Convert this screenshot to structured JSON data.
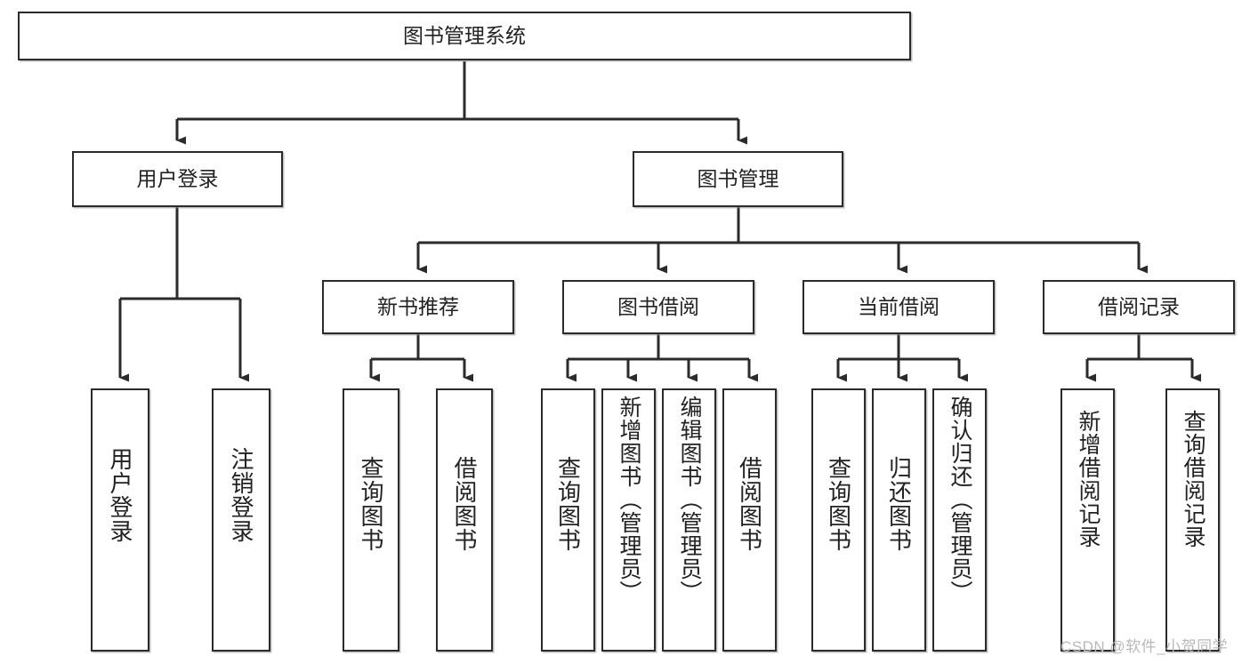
{
  "diagram": {
    "type": "tree-hierarchy-chart",
    "title": "图书管理系统",
    "watermark": "CSDN @软件_小贺同学",
    "colors": {
      "box_border": "#2b2b2b",
      "box_fill": "#ffffff",
      "connector": "#2b2b2b",
      "text": "#222222",
      "watermark": "#b9b9b9",
      "background": "#ffffff"
    },
    "levels": [
      {
        "level": 1,
        "nodes": [
          {
            "id": "root",
            "label": "图书管理系统",
            "orientation": "horizontal"
          }
        ]
      },
      {
        "level": 2,
        "nodes": [
          {
            "id": "user-login",
            "label": "用户登录",
            "orientation": "horizontal",
            "parent": "root"
          },
          {
            "id": "book-manage",
            "label": "图书管理",
            "orientation": "horizontal",
            "parent": "root"
          }
        ]
      },
      {
        "level": 3,
        "nodes": [
          {
            "id": "new-book-rec",
            "label": "新书推荐",
            "orientation": "horizontal",
            "parent": "book-manage"
          },
          {
            "id": "book-borrow",
            "label": "图书借阅",
            "orientation": "horizontal",
            "parent": "book-manage"
          },
          {
            "id": "current-borrow",
            "label": "当前借阅",
            "orientation": "horizontal",
            "parent": "book-manage"
          },
          {
            "id": "borrow-record",
            "label": "借阅记录",
            "orientation": "horizontal",
            "parent": "book-manage"
          }
        ]
      },
      {
        "level": 4,
        "nodes": [
          {
            "id": "leaf-user-login",
            "label": "用户登录",
            "orientation": "vertical",
            "parent": "user-login"
          },
          {
            "id": "leaf-user-logout",
            "label": "注销登录",
            "orientation": "vertical",
            "parent": "user-login"
          },
          {
            "id": "leaf-query-book-1",
            "label": "查询图书",
            "orientation": "vertical",
            "parent": "new-book-rec"
          },
          {
            "id": "leaf-borrow-book-1",
            "label": "借阅图书",
            "orientation": "vertical",
            "parent": "new-book-rec"
          },
          {
            "id": "leaf-query-book-2",
            "label": "查询图书",
            "orientation": "vertical",
            "parent": "book-borrow"
          },
          {
            "id": "leaf-add-book",
            "label": "新增图书（管理员）",
            "orientation": "vertical",
            "parent": "book-borrow"
          },
          {
            "id": "leaf-edit-book",
            "label": "编辑图书（管理员）",
            "orientation": "vertical",
            "parent": "book-borrow"
          },
          {
            "id": "leaf-borrow-book-2",
            "label": "借阅图书",
            "orientation": "vertical",
            "parent": "book-borrow"
          },
          {
            "id": "leaf-query-book-3",
            "label": "查询图书",
            "orientation": "vertical",
            "parent": "current-borrow"
          },
          {
            "id": "leaf-return-book",
            "label": "归还图书",
            "orientation": "vertical",
            "parent": "current-borrow"
          },
          {
            "id": "leaf-confirm-return",
            "label": "确认归还（管理员）",
            "orientation": "vertical",
            "parent": "current-borrow"
          },
          {
            "id": "leaf-add-record",
            "label": "新增借阅记录",
            "orientation": "vertical",
            "parent": "borrow-record"
          },
          {
            "id": "leaf-query-record",
            "label": "查询借阅记录",
            "orientation": "vertical",
            "parent": "borrow-record"
          }
        ]
      }
    ]
  }
}
